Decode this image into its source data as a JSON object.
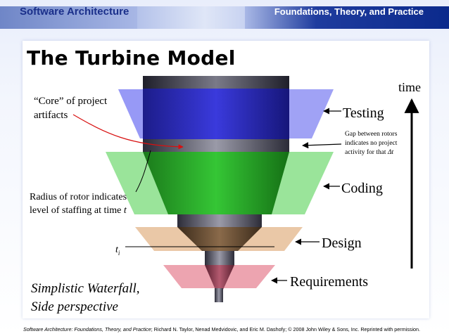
{
  "header": {
    "left_title": "Software Architecture",
    "right_title": "Foundations, Theory, and Practice"
  },
  "slide": {
    "title": "The Turbine Model"
  },
  "diagram": {
    "labels": {
      "core_line1": "“Core” of project",
      "core_line2": "artifacts",
      "radius_line1": "Radius of rotor indicates",
      "radius_line2_pre": "level of staffing at time ",
      "radius_line2_var": "t",
      "gap_line1": "Gap between rotors",
      "gap_line2": "indicates no project",
      "gap_line3_pre": "activity for that ",
      "gap_line3_var": "Δt",
      "ti_main": "t",
      "ti_sub": "i",
      "time": "time",
      "testing": "Testing",
      "coding": "Coding",
      "design": "Design",
      "requirements": "Requirements",
      "caption_line1": "Simplistic Waterfall,",
      "caption_line2": "Side perspective"
    },
    "colors": {
      "testing": "#5a5ee8",
      "coding": "#2fb34a",
      "design": "#c98a4a",
      "requirements": "#c83a5a",
      "core": "#2d2f86"
    }
  },
  "footer": {
    "book_italic": "Software Architecture: Foundations, Theory, and Practice",
    "rest": "; Richard N. Taylor, Nenad Medvidovic, and Eric M. Dashofy; © 2008 John Wiley & Sons, Inc. Reprinted with permission."
  }
}
